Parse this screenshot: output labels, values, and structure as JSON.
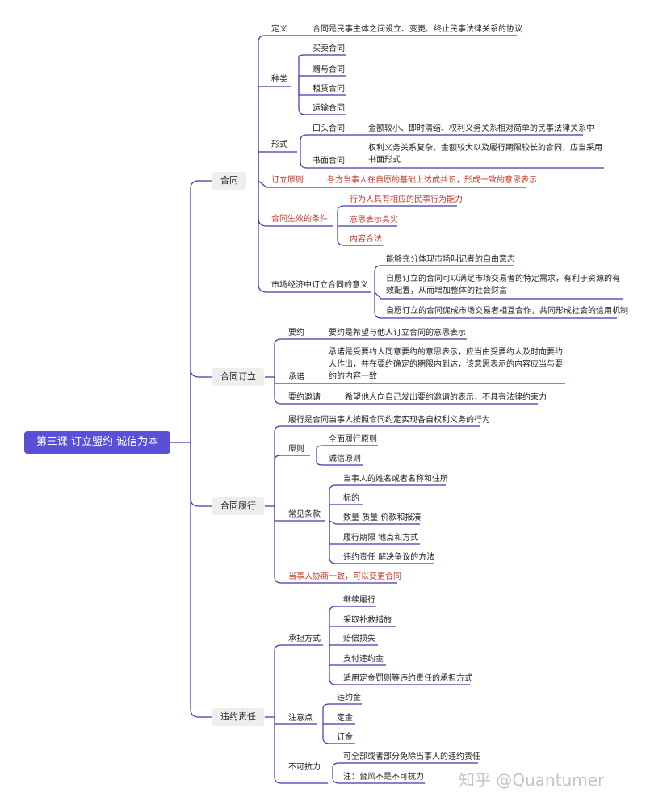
{
  "root": "第三课 订立盟约 诚信为本",
  "categories": {
    "c1": "合同",
    "c2": "合同订立",
    "c3": "合同履行",
    "c4": "违约责任"
  },
  "contract": {
    "def_label": "定义",
    "def_text": "合同是民事主体之间设立、变更、终止民事法律关系的协议",
    "types_label": "种类",
    "types": [
      "买卖合同",
      "赠与合同",
      "租赁合同",
      "运输合同"
    ],
    "form_label": "形式",
    "oral_label": "口头合同",
    "oral_text": "金额较小、即时清结、权利义务关系相对简单的民事法律关系中",
    "written_label": "书面合同",
    "written_text": "权利义务关系复杂、金额较大以及履行期限较长的合同，应当采用书面形式",
    "principle_label": "订立原则",
    "principle_text": "各方当事人在自愿的基础上达成共识，形成一致的意思表示",
    "effective_label": "合同生效的条件",
    "effective": [
      "行为人具有相应的民事行为能力",
      "意思表示真实",
      "内容合法"
    ],
    "market_label": "市场经济中订立合同的意义",
    "market": [
      "能够充分体现市场叫记者的自由意志",
      "自愿订立的合同可以满足市场交易者的特定需求，有利于资源的有效配置，从而增加整体的社会财富",
      "自愿订立的合同促成市场交易者相互合作，共同形成社会的信用机制"
    ]
  },
  "conclusion": {
    "offer_label": "要约",
    "offer_text": "要约是希望与他人订立合同的意思表示",
    "accept_label": "承诺",
    "accept_text": "承诺是受要约人同意要约的意思表示，应当由受要约人及时向要约人作出，并在要约确定的期限内到达，该意思表示的内容应当与要约的内容一致",
    "invite_label": "要约邀请",
    "invite_text": "希望他人向自己发出要约邀请的表示，不具有法律约束力"
  },
  "performance": {
    "def_text": "履行是合同当事人按照合同约定实现各自权利义务的行为",
    "principle_label": "原则",
    "principles": [
      "全面履行原则",
      "诚信原则"
    ],
    "clauses_label": "常见条款",
    "clauses": [
      "当事人的姓名或者名称和住所",
      "标的",
      "数量 质量 价款和报凑",
      "履行期限 地点和方式",
      "违约责任 解决争议的方法"
    ],
    "change_text": "当事人协商一致，可以变更合同"
  },
  "liability": {
    "ways_label": "承担方式",
    "ways": [
      "继续履行",
      "采取补救措施",
      "赔偿损失",
      "支付违约金",
      "适用定金罚则等违约责任的承担方式"
    ],
    "notes_label": "注意点",
    "notes": [
      "违约金",
      "定金",
      "订金"
    ],
    "force_label": "不可抗力",
    "force": [
      "可全部或者部分免除当事人的违约责任",
      "注：台风不是不可抗力"
    ]
  },
  "watermark": "知乎 @Quantumer",
  "colors": {
    "root_bg": "#5a4fd8",
    "line": "#3d3aa8",
    "red_text": "#c0392b",
    "category_bg": "#eeeeee"
  }
}
